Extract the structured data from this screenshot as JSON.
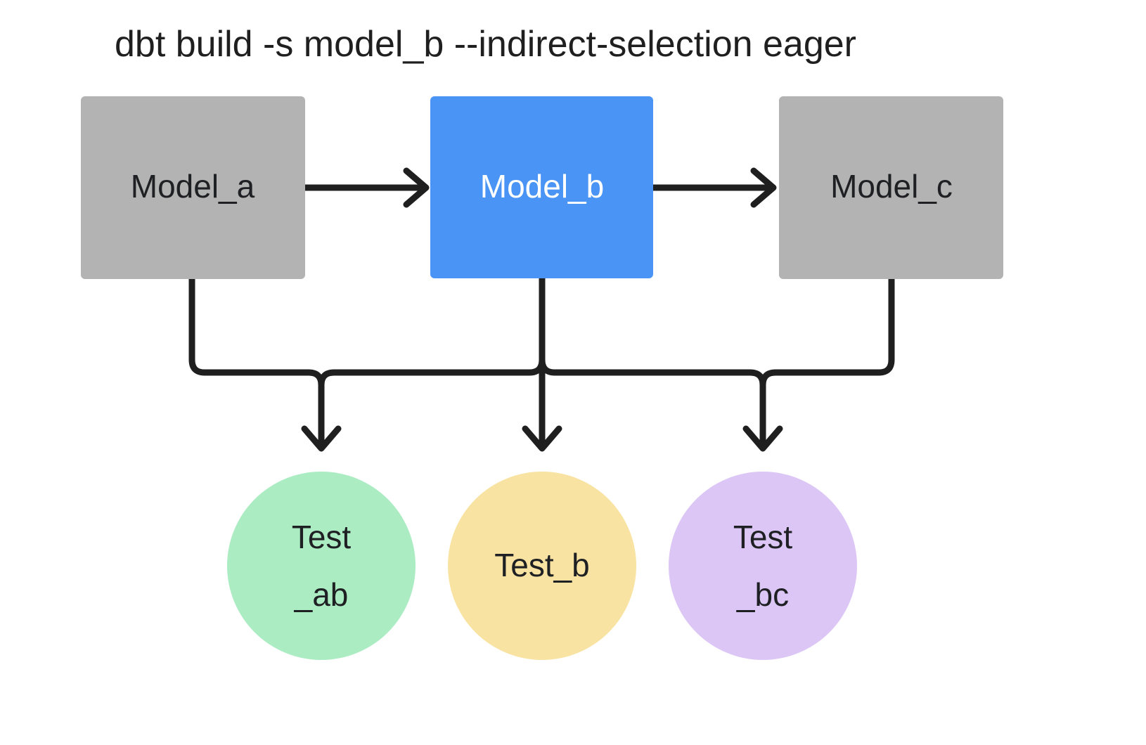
{
  "title": "dbt build -s model_b --indirect-selection eager",
  "colors": {
    "background": "#ffffff",
    "model_default": "#b3b3b3",
    "model_selected": "#4a94f5",
    "test_ab": "#abecc3",
    "test_b": "#f9e3a2",
    "test_bc": "#dcc6f6",
    "edge": "#1f1f1f",
    "text_dark": "#1f2023",
    "text_light": "#ffffff"
  },
  "nodes": {
    "models": [
      {
        "id": "model_a",
        "label": "Model_a",
        "shape": "rectangle",
        "fill": "#b3b3b3",
        "text_color": "#1f2023",
        "selected": false
      },
      {
        "id": "model_b",
        "label": "Model_b",
        "shape": "rectangle",
        "fill": "#4a94f5",
        "text_color": "#ffffff",
        "selected": true
      },
      {
        "id": "model_c",
        "label": "Model_c",
        "shape": "rectangle",
        "fill": "#b3b3b3",
        "text_color": "#1f2023",
        "selected": false
      }
    ],
    "tests": [
      {
        "id": "test_ab",
        "label": "Test_ab",
        "line1": "Test",
        "line2": "_ab",
        "shape": "circle",
        "fill": "#abecc3",
        "text_color": "#1f2023"
      },
      {
        "id": "test_b",
        "label": "Test_b",
        "line1": "Test_b",
        "line2": "",
        "shape": "circle",
        "fill": "#f9e3a2",
        "text_color": "#1f2023"
      },
      {
        "id": "test_bc",
        "label": "Test_bc",
        "line1": "Test",
        "line2": "_bc",
        "shape": "circle",
        "fill": "#dcc6f6",
        "text_color": "#1f2023"
      }
    ]
  },
  "edges": [
    {
      "from": "model_a",
      "to": "model_b",
      "style": "arrow"
    },
    {
      "from": "model_b",
      "to": "model_c",
      "style": "arrow"
    },
    {
      "from": "model_a",
      "to": "test_ab",
      "style": "arrow"
    },
    {
      "from": "model_b",
      "to": "test_ab",
      "style": "arrow"
    },
    {
      "from": "model_b",
      "to": "test_b",
      "style": "arrow"
    },
    {
      "from": "model_b",
      "to": "test_bc",
      "style": "arrow"
    },
    {
      "from": "model_c",
      "to": "test_bc",
      "style": "arrow"
    }
  ]
}
